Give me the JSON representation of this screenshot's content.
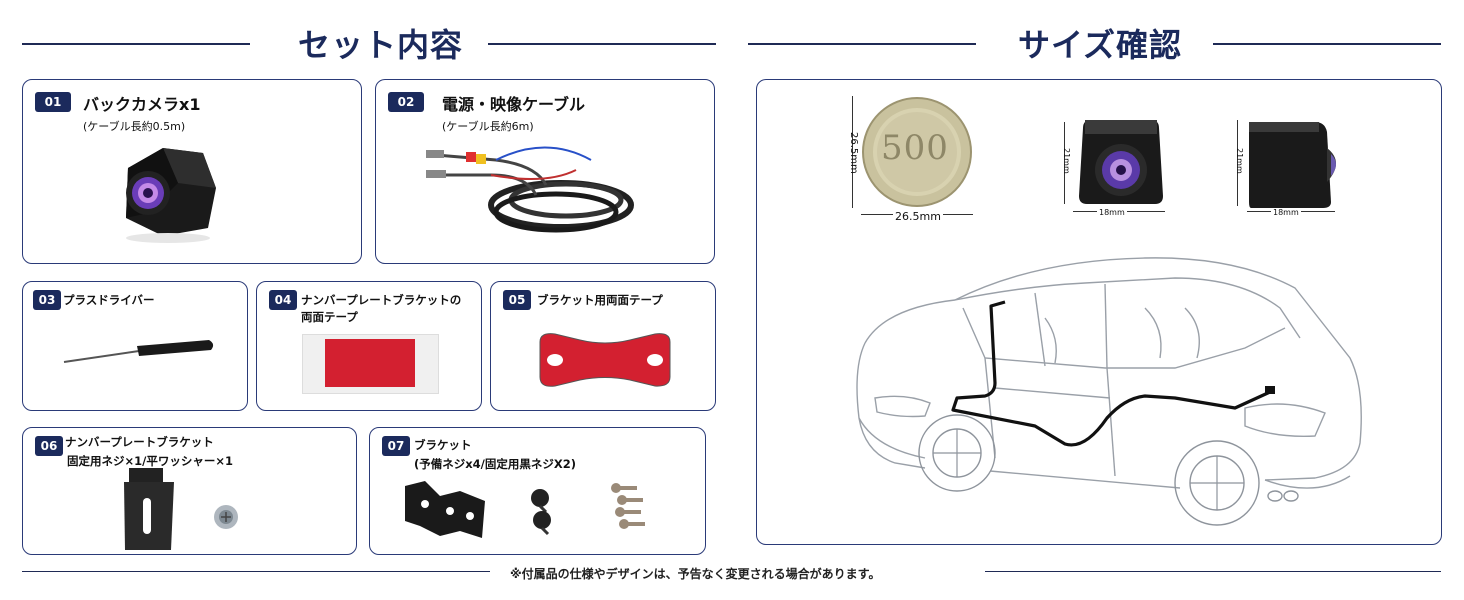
{
  "left_section": {
    "title": "セット内容"
  },
  "right_section": {
    "title": "サイズ確認"
  },
  "items": [
    {
      "num": "01",
      "name": "バックカメラx1",
      "note": "(ケーブル長約0.5m)"
    },
    {
      "num": "02",
      "name": "電源・映像ケーブル",
      "note": "(ケーブル長約6m)"
    },
    {
      "num": "03",
      "name": "プラスドライバー"
    },
    {
      "num": "04",
      "name_line1": "ナンバープレートブラケットの",
      "name_line2": "両面テープ"
    },
    {
      "num": "05",
      "name": "ブラケット用両面テープ"
    },
    {
      "num": "06",
      "name_line1": "ナンバープレートブラケット",
      "name_line2": "固定用ネジ×1/平ワッシャー×1"
    },
    {
      "num": "07",
      "name_line1": "ブラケット",
      "name_line2": "(予備ネジx4/固定用黒ネジX2)"
    }
  ],
  "size_check": {
    "coin": {
      "label": "500",
      "height": "26.5mm",
      "width": "26.5mm"
    },
    "camera_front": {
      "height": "21mm",
      "width": "18mm"
    },
    "camera_side": {
      "height": "21mm",
      "width": "18mm"
    }
  },
  "footnote": "※付属品の仕様やデザインは、予告なく変更される場合があります。",
  "colors": {
    "navy": "#1b2a5c",
    "border": "#2a3a78",
    "red_tape": "#d32030"
  }
}
